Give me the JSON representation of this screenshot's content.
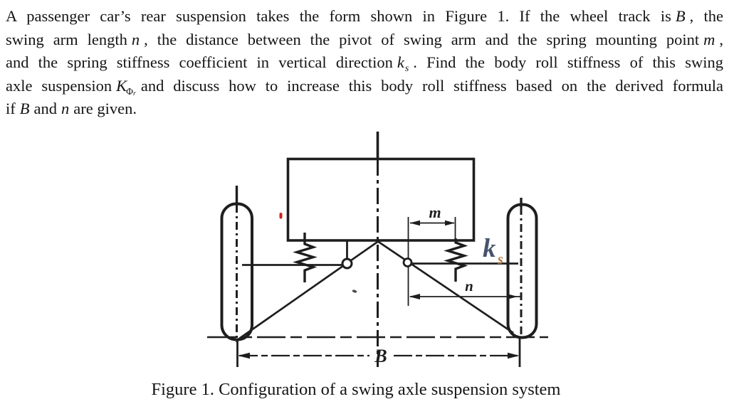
{
  "problem": {
    "l1a": "A passenger car’s rear suspension takes the form shown in Figure 1. If the wheel track is",
    "l1b": "B",
    "l1c": ", the",
    "l2a": "swing arm length",
    "l2b": "n",
    "l2c": ", the distance between the pivot of swing arm and the spring mounting point",
    "l2d": "m",
    "l2e": ",",
    "l3a": "and the spring stiffness coefficient in vertical direction",
    "l3k": "k",
    "l3s": "s",
    "l3c": ". Find the body roll stiffness of this swing",
    "l4a": "axle suspension",
    "l4K": "K",
    "l4phi": "Φ",
    "l4r": "r",
    "l4c": "and discuss how to increase this body roll stiffness based on the derived formula",
    "l5a": "if",
    "l5b": "B",
    "l5c": "and",
    "l5d": "n",
    "l5e": "are given."
  },
  "figure": {
    "labels": {
      "m": "m",
      "n": "n",
      "B": "B",
      "k": "k",
      "k_sub": "s"
    },
    "caption": "Figure 1. Configuration of a swing axle suspension system"
  },
  "colors": {
    "ink": "#1e1e1e",
    "ks_main": "#46536f",
    "ks_sub": "#b5793f",
    "red_mark": "#c9261b"
  }
}
